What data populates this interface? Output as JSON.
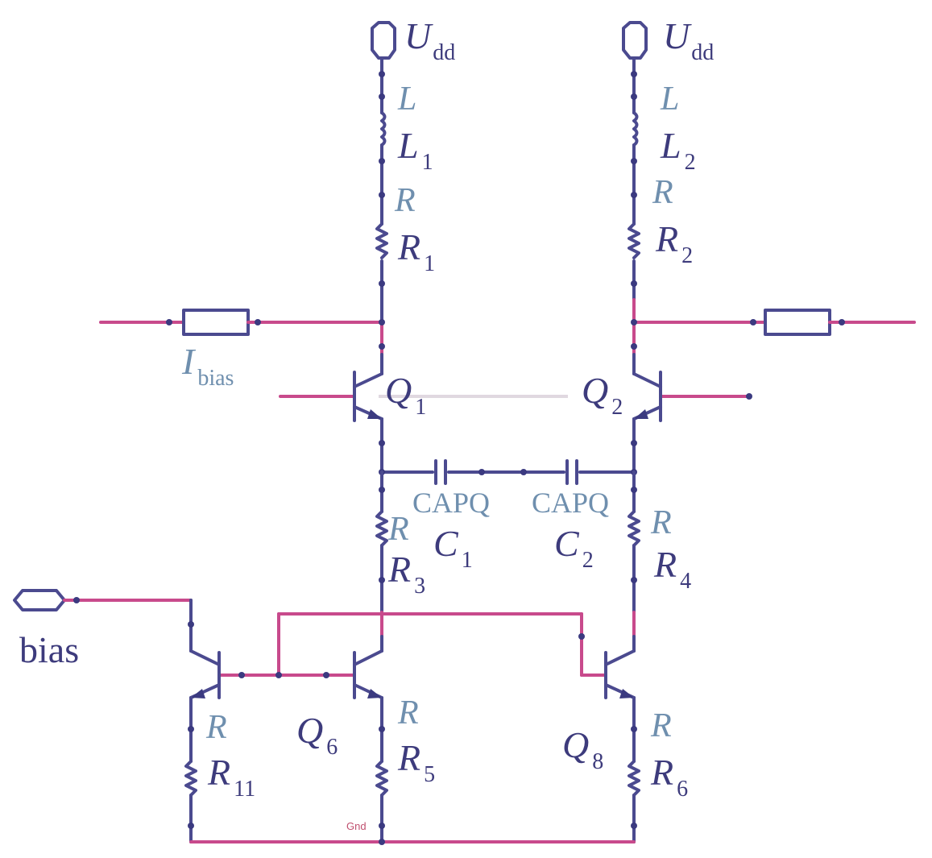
{
  "supplies": {
    "left": {
      "main": "U",
      "sub": "dd"
    },
    "right": {
      "main": "U",
      "sub": "dd"
    }
  },
  "inductors": [
    {
      "type": "L",
      "main": "L",
      "sub": "1"
    },
    {
      "type": "L",
      "main": "L",
      "sub": "2"
    }
  ],
  "resistors": [
    {
      "type": "R",
      "main": "R",
      "sub": "1"
    },
    {
      "type": "R",
      "main": "R",
      "sub": "2"
    },
    {
      "type": "R",
      "main": "R",
      "sub": "3"
    },
    {
      "type": "R",
      "main": "R",
      "sub": "4"
    },
    {
      "type": "R",
      "main": "R",
      "sub": "5"
    },
    {
      "type": "R",
      "main": "R",
      "sub": "6"
    },
    {
      "type": "R",
      "main": "R",
      "sub": "11"
    }
  ],
  "current_source": {
    "main": "I",
    "sub": "bias"
  },
  "transistors": [
    {
      "main": "Q",
      "sub": "1"
    },
    {
      "main": "Q",
      "sub": "2"
    },
    {
      "main": "Q",
      "sub": "6"
    },
    {
      "main": "Q",
      "sub": "8"
    }
  ],
  "capacitors": [
    {
      "type": "CAPQ",
      "main": "C",
      "sub": "1"
    },
    {
      "type": "CAPQ",
      "main": "C",
      "sub": "2"
    }
  ],
  "bias_port": {
    "label": "bias"
  },
  "ground": {
    "label": "Gnd"
  },
  "colors": {
    "wire": "#4b4a8f",
    "net": "#c84a8c",
    "label": "#3d3b7c",
    "type_label": "#6f8fae"
  }
}
